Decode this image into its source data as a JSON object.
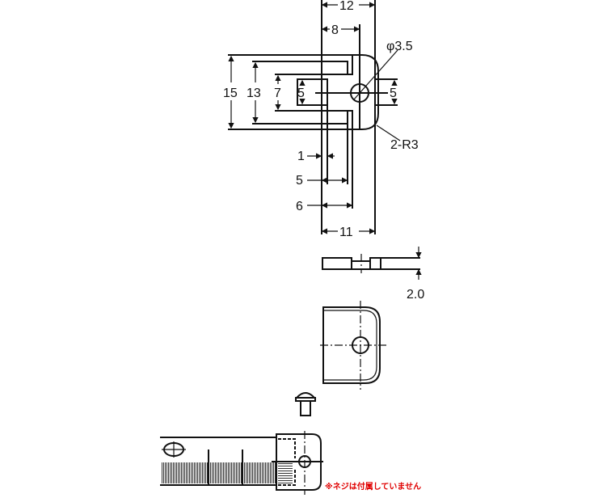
{
  "drawing": {
    "top_view": {
      "dimensions": {
        "overall_width": "12",
        "hole_offset": "8",
        "hole_diameter": "φ3.5",
        "height_outer": "15",
        "height_slot": "13",
        "height_inner": "7",
        "height_tab": "5",
        "height_right_slot": "5",
        "corner_radius": "2-R3",
        "gap": "1",
        "depth_5": "5",
        "depth_6": "6",
        "base_length": "11"
      }
    },
    "side_view": {
      "thickness": "2.0"
    },
    "note": {
      "text": "※ネジは付属していません",
      "color": "#e00000"
    }
  }
}
